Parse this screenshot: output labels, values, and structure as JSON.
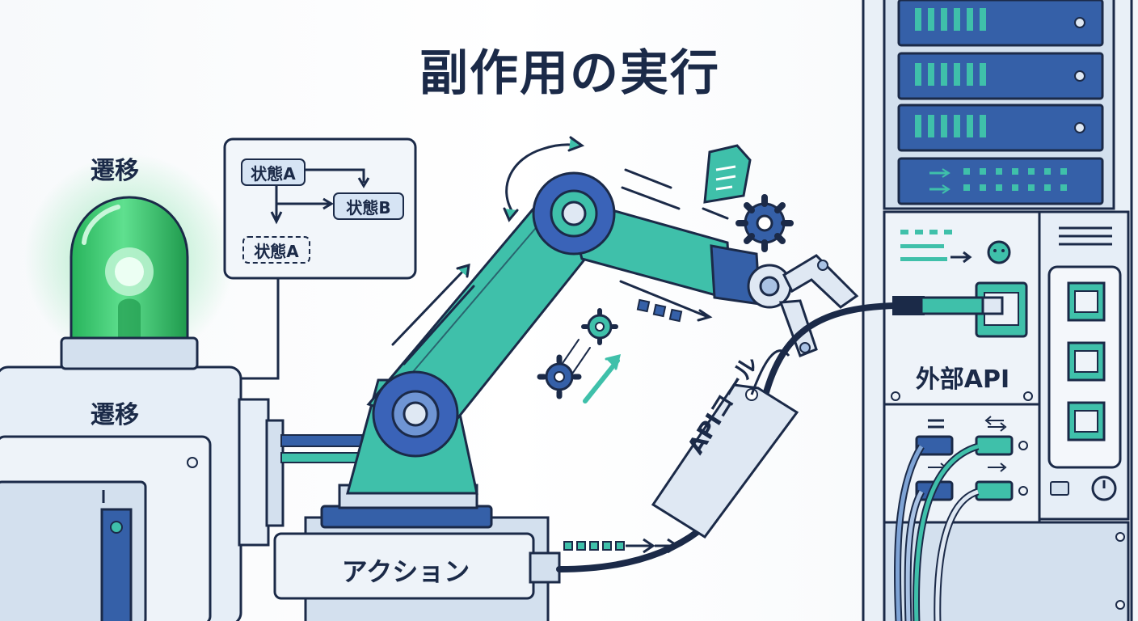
{
  "title": "副作用の実行",
  "transition_heading": "遷移",
  "transition_label": "遷移",
  "state_diagram": {
    "state_a": "状態A",
    "state_b": "状態B",
    "state_a_ghost": "状態A"
  },
  "action_label": "アクション",
  "api_call_tag": "APIコール",
  "external_api_label": "外部API",
  "colors": {
    "navy": "#1b2a48",
    "blue": "#3a63b8",
    "teal": "#3fc0aa",
    "green": "#2fc56a",
    "panel": "#e6eef7"
  }
}
